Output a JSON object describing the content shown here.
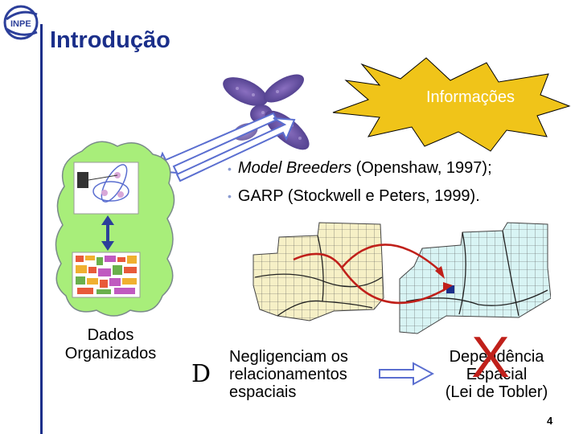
{
  "header": {
    "title": "Introdução",
    "logo_text": "INPE"
  },
  "starburst": {
    "label": "Informações",
    "fill_color": "#f0c419",
    "text_color": "#ffffff"
  },
  "bullets": [
    {
      "italic": "Model Breeders",
      "rest": " (Openshaw, 1997);"
    },
    {
      "italic": "",
      "rest": "GARP (Stockwell e Peters, 1999)."
    }
  ],
  "cloud": {
    "caption_line1": "Dados",
    "caption_line2": "Organizados",
    "color": "#a8ee7a"
  },
  "bottom": {
    "symbol": "D",
    "left_line1": "Negligenciam os",
    "left_line2": "relacionamentos",
    "left_line3": "espaciais",
    "right_line1": "Dependência",
    "right_line2": "Espacial",
    "right_line3": "(Lei de Tobler)",
    "x_mark": "X",
    "x_color": "#c0201a"
  },
  "page": {
    "number": "4"
  },
  "colors": {
    "title": "#1b2f8a",
    "arrow": "#c0201a",
    "map_left": "#f6f0c6",
    "map_right": "#d8f4f4"
  }
}
